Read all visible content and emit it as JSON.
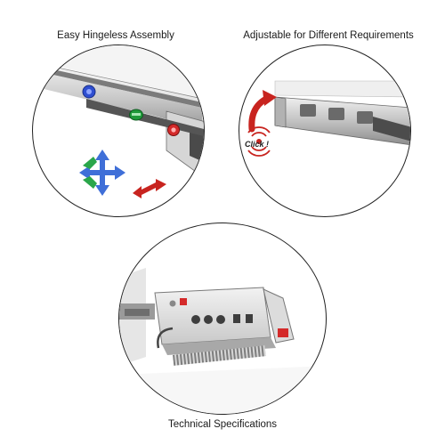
{
  "panels": {
    "left": {
      "caption": "Easy Hingeless Assembly"
    },
    "right": {
      "caption": "Adjustable for Different Requirements",
      "click_label": "Click !"
    },
    "bottom": {
      "caption": "Technical Specifications"
    }
  },
  "colors": {
    "adjust_blue": "#2f4fd1",
    "adjust_green": "#1f9a3a",
    "adjust_red": "#d42a2a",
    "arrow_red": "#c8241f",
    "outline": "#222222"
  },
  "icons": {
    "screw_blue": "screw-icon",
    "screw_green": "screw-icon",
    "screw_red": "screw-icon",
    "direction_arrows": "move-arrows-icon",
    "rotate_arrow": "rotate-arrow-icon",
    "sound_waves": "sound-waves-icon"
  }
}
